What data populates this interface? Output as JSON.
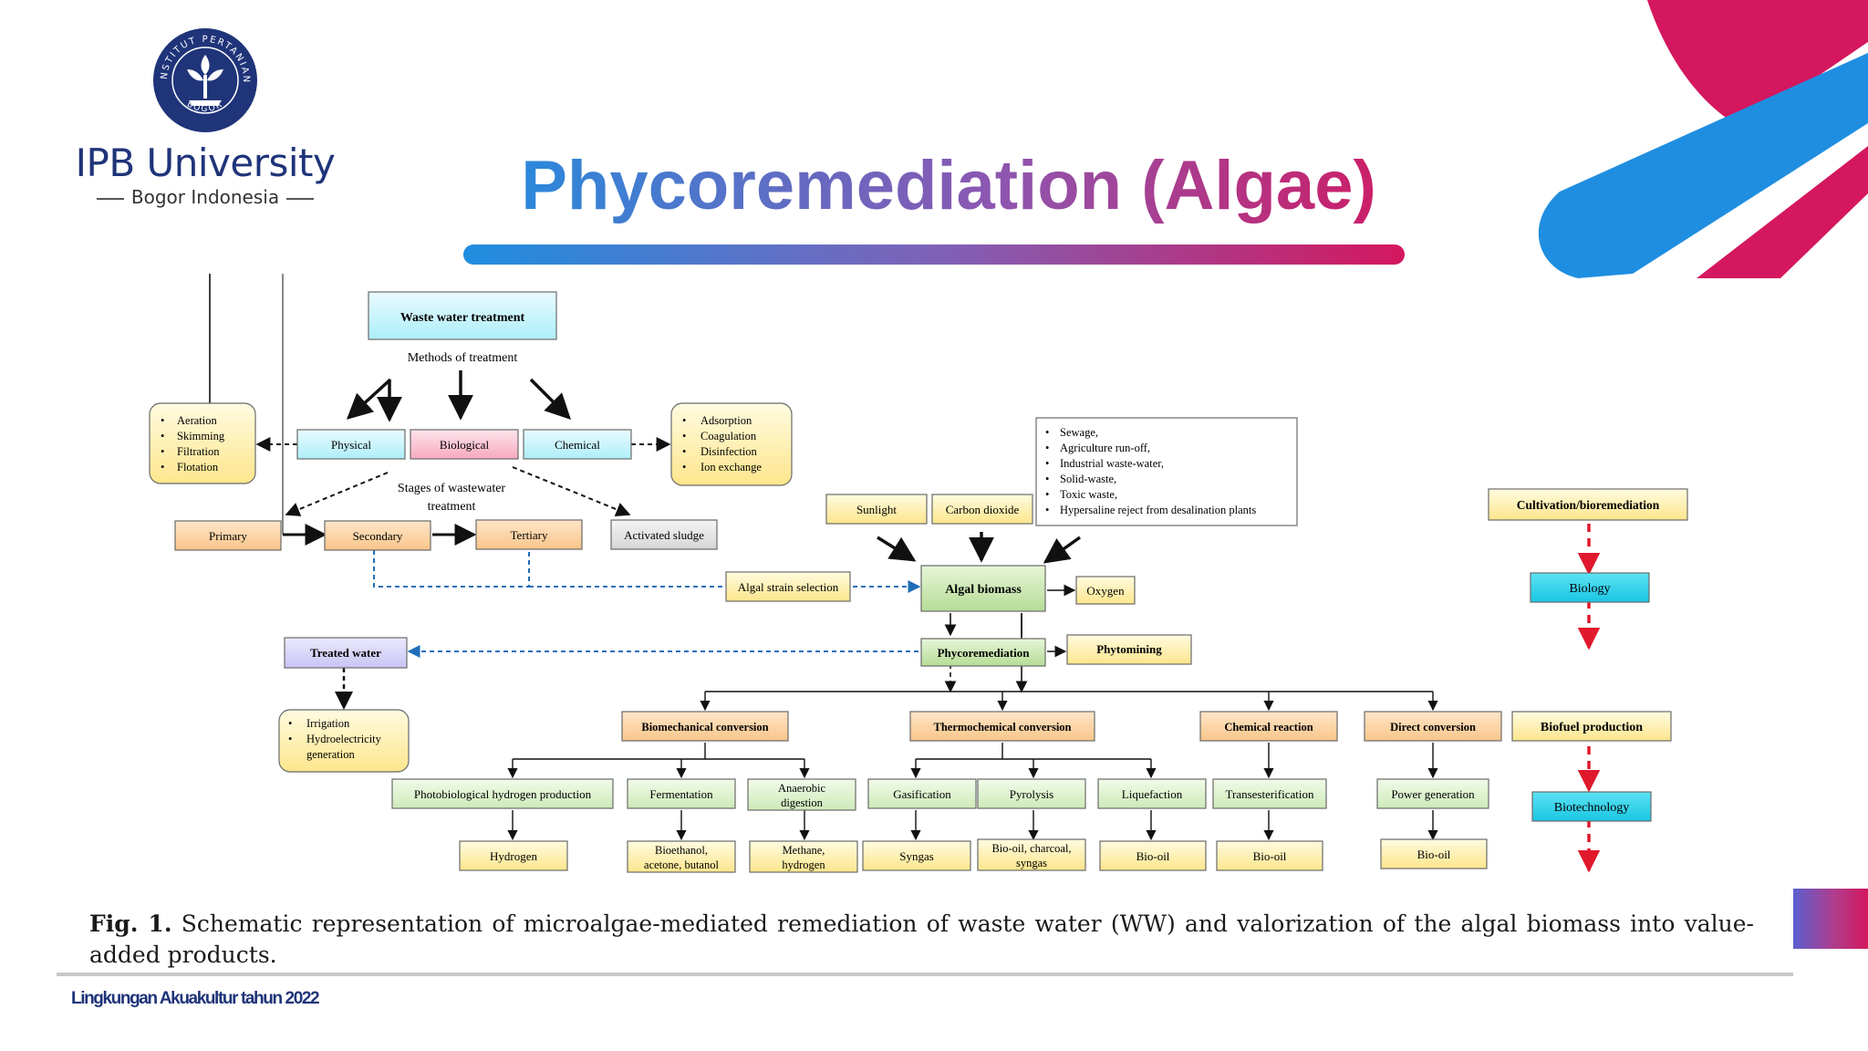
{
  "logo": {
    "name": "IPB University",
    "sub": "Bogor Indonesia",
    "seal_top_text": "INSTITUT PERTANIAN",
    "seal_bottom_text": "BOGOR"
  },
  "title": "Phycoremediation (Algae)",
  "colors": {
    "blue": "#1f8ee0",
    "purple": "#8d56b0",
    "magenta": "#d4175e",
    "navy": "#1f3479"
  },
  "diagram": {
    "wwt": "Waste water treatment",
    "methods": "Methods of treatment",
    "physical": "Physical",
    "biological": "Biological",
    "chemical": "Chemical",
    "physical_list": [
      "Aeration",
      "Skimming",
      "Filtration",
      "Flotation"
    ],
    "chemical_list": [
      "Adsorption",
      "Coagulation",
      "Disinfection",
      "Ion exchange"
    ],
    "stages_l1": "Stages of wastewater",
    "stages_l2": "treatment",
    "primary": "Primary",
    "secondary": "Secondary",
    "tertiary": "Tertiary",
    "activated": "Activated sludge",
    "sources": [
      "Sewage,",
      "Agriculture run-off,",
      "Industrial waste-water,",
      "Solid-waste,",
      "Toxic waste,",
      "Hypersaline reject from desalination plants"
    ],
    "sunlight": "Sunlight",
    "co2": "Carbon dioxide",
    "strain": "Algal strain selection",
    "biomass": "Algal biomass",
    "oxygen": "Oxygen",
    "treated": "Treated water",
    "phyco": "Phycoremediation",
    "phytomining": "Phytomining",
    "uses": [
      "Irrigation",
      "Hydroelectricity",
      "generation"
    ],
    "biomech": "Biomechanical conversion",
    "thermo": "Thermochemical conversion",
    "chemreact": "Chemical reaction",
    "direct": "Direct conversion",
    "photo": "Photobiological hydrogen production",
    "ferment": "Fermentation",
    "anaerobic_l1": "Anaerobic",
    "anaerobic_l2": "digestion",
    "gasif": "Gasification",
    "pyro": "Pyrolysis",
    "lique": "Liquefaction",
    "trans": "Transesterification",
    "power": "Power generation",
    "hydrogen": "Hydrogen",
    "bioeth_l1": "Bioethanol,",
    "bioeth_l2": "acetone, butanol",
    "methane_l1": "Methane,",
    "methane_l2": "hydrogen",
    "syngas": "Syngas",
    "biooil_l1": "Bio-oil, charcoal,",
    "biooil_l2": "syngas",
    "biooil": "Bio-oil",
    "cultivation": "Cultivation/bioremediation",
    "biology": "Biology",
    "biofuel": "Biofuel production",
    "biotech": "Biotechnology"
  },
  "caption": {
    "fig": "Fig. 1.",
    "text": "Schematic representation of microalgae-mediated remediation of waste water (WW) and valorization of the algal biomass into value-added products."
  },
  "footer": "Lingkungan Akuakultur tahun 2022"
}
